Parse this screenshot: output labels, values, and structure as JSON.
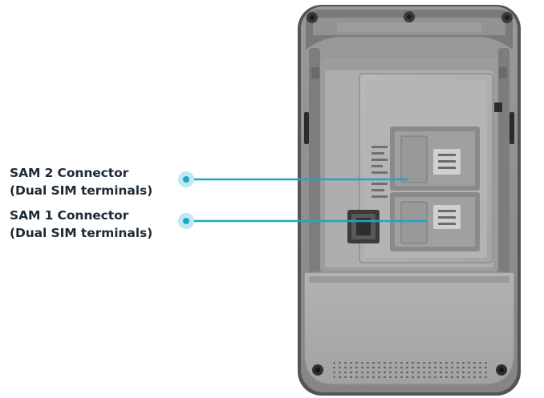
{
  "callouts": {
    "sam2": {
      "title": "SAM 2 Connector",
      "subtitle": "(Dual SIM terminals)"
    },
    "sam1": {
      "title": "SAM 1 Connector",
      "subtitle": "(Dual SIM terminals)"
    }
  },
  "colors": {
    "leader_line": "#1aa8c8",
    "leader_dot_halo": "#bfe8f2",
    "label_text": "#1e2a36",
    "device_body": "#8e8e8e",
    "device_shell": "#6f6f6f",
    "device_panel": "#a8a8a8",
    "device_dark": "#2a2a2a"
  }
}
